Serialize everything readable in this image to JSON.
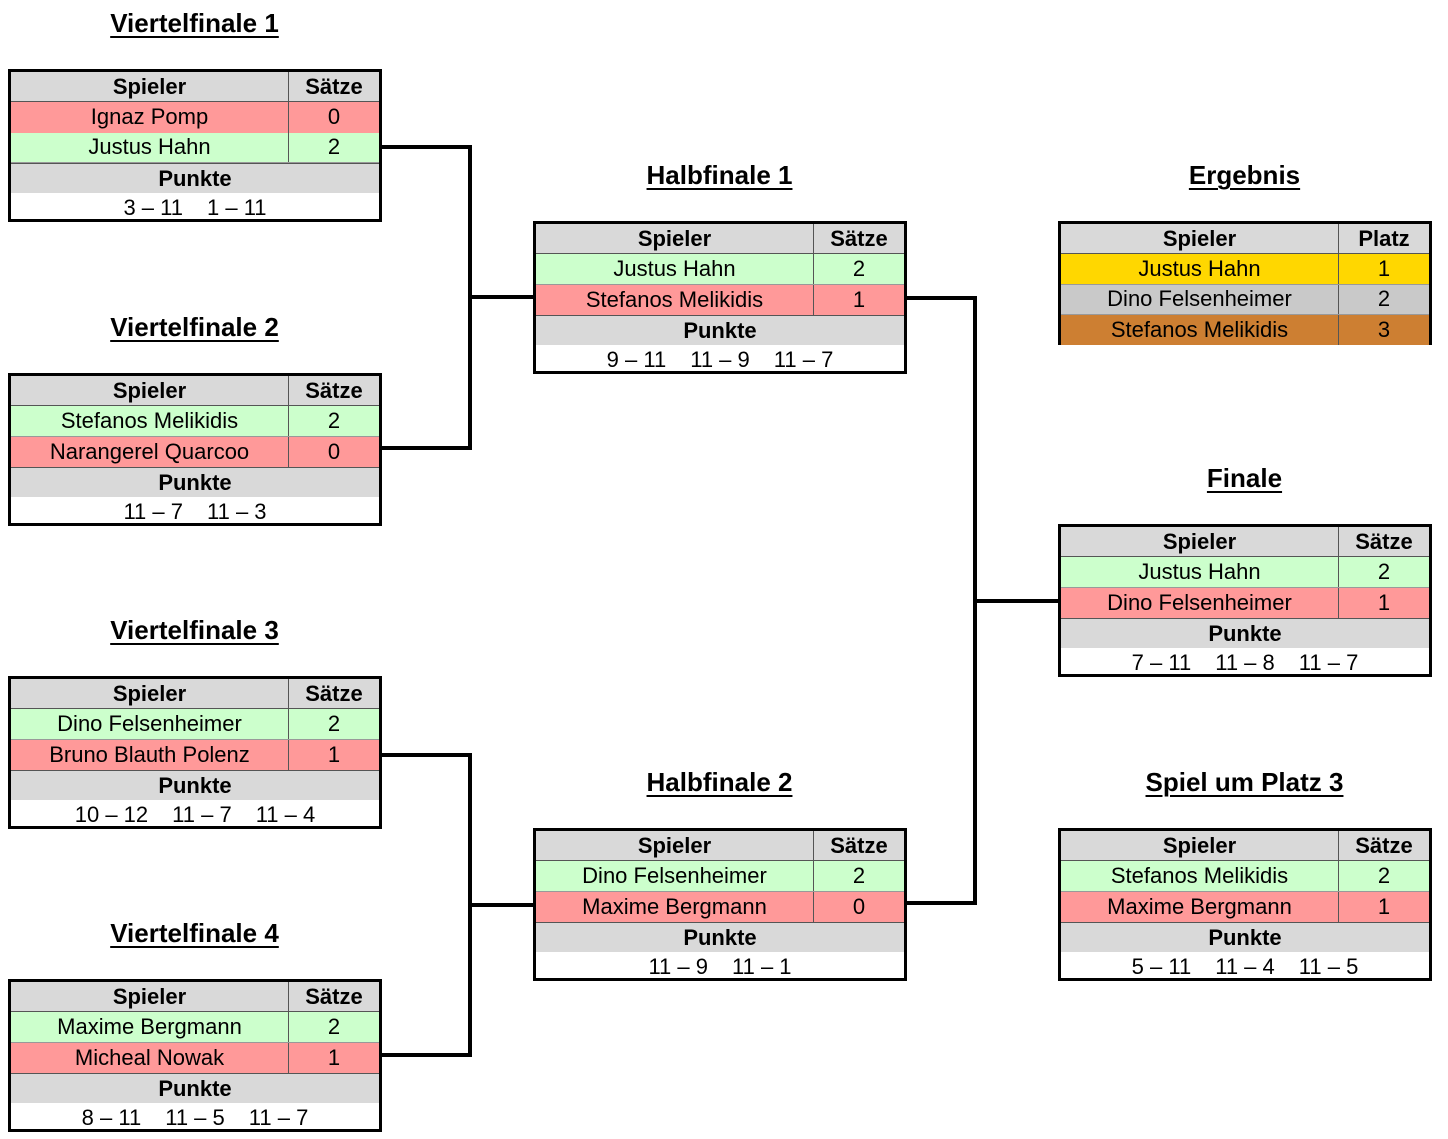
{
  "labels": {
    "player": "Spieler",
    "sets": "Sätze",
    "points": "Punkte",
    "place": "Platz"
  },
  "matches": {
    "vf1": {
      "title": "Viertelfinale 1",
      "p1": "Ignaz Pomp",
      "s1": "0",
      "p2": "Justus Hahn",
      "s2": "2",
      "scores": [
        "3 – 11",
        "1 – 11"
      ]
    },
    "vf2": {
      "title": "Viertelfinale 2",
      "p1": "Stefanos Melikidis",
      "s1": "2",
      "p2": "Narangerel Quarcoo",
      "s2": "0",
      "scores": [
        "11 – 7",
        "11 – 3"
      ]
    },
    "vf3": {
      "title": "Viertelfinale 3",
      "p1": "Dino Felsenheimer",
      "s1": "2",
      "p2": "Bruno Blauth Polenz",
      "s2": "1",
      "scores": [
        "10 – 12",
        "11 – 7",
        "11 – 4"
      ]
    },
    "vf4": {
      "title": "Viertelfinale 4",
      "p1": "Maxime Bergmann",
      "s1": "2",
      "p2": "Micheal Nowak",
      "s2": "1",
      "scores": [
        "8 – 11",
        "11 – 5",
        "11 – 7"
      ]
    },
    "hf1": {
      "title": "Halbfinale 1",
      "p1": "Justus Hahn",
      "s1": "2",
      "p2": "Stefanos Melikidis",
      "s2": "1",
      "scores": [
        "9 – 11",
        "11 – 9",
        "11 – 7"
      ]
    },
    "hf2": {
      "title": "Halbfinale 2",
      "p1": "Dino Felsenheimer",
      "s1": "2",
      "p2": "Maxime Bergmann",
      "s2": "0",
      "scores": [
        "11 – 9",
        "11 – 1"
      ]
    },
    "final": {
      "title": "Finale",
      "p1": "Justus Hahn",
      "s1": "2",
      "p2": "Dino Felsenheimer",
      "s2": "1",
      "scores": [
        "7 – 11",
        "11 – 8",
        "11 – 7"
      ]
    },
    "p3": {
      "title": "Spiel um Platz 3",
      "p1": "Stefanos Melikidis",
      "s1": "2",
      "p2": "Maxime Bergmann",
      "s2": "1",
      "scores": [
        "5 – 11",
        "11 – 4",
        "11 – 5"
      ]
    }
  },
  "result": {
    "title": "Ergebnis",
    "rows": [
      {
        "name": "Justus Hahn",
        "place": "1"
      },
      {
        "name": "Dino Felsenheimer",
        "place": "2"
      },
      {
        "name": "Stefanos Melikidis",
        "place": "3"
      }
    ]
  },
  "colors": {
    "win": "#ccffcc",
    "lose": "#ff9999",
    "header": "#d9d9d9",
    "gold": "#ffd700",
    "silver": "#c9c9c9",
    "bronze": "#cd7f32"
  }
}
